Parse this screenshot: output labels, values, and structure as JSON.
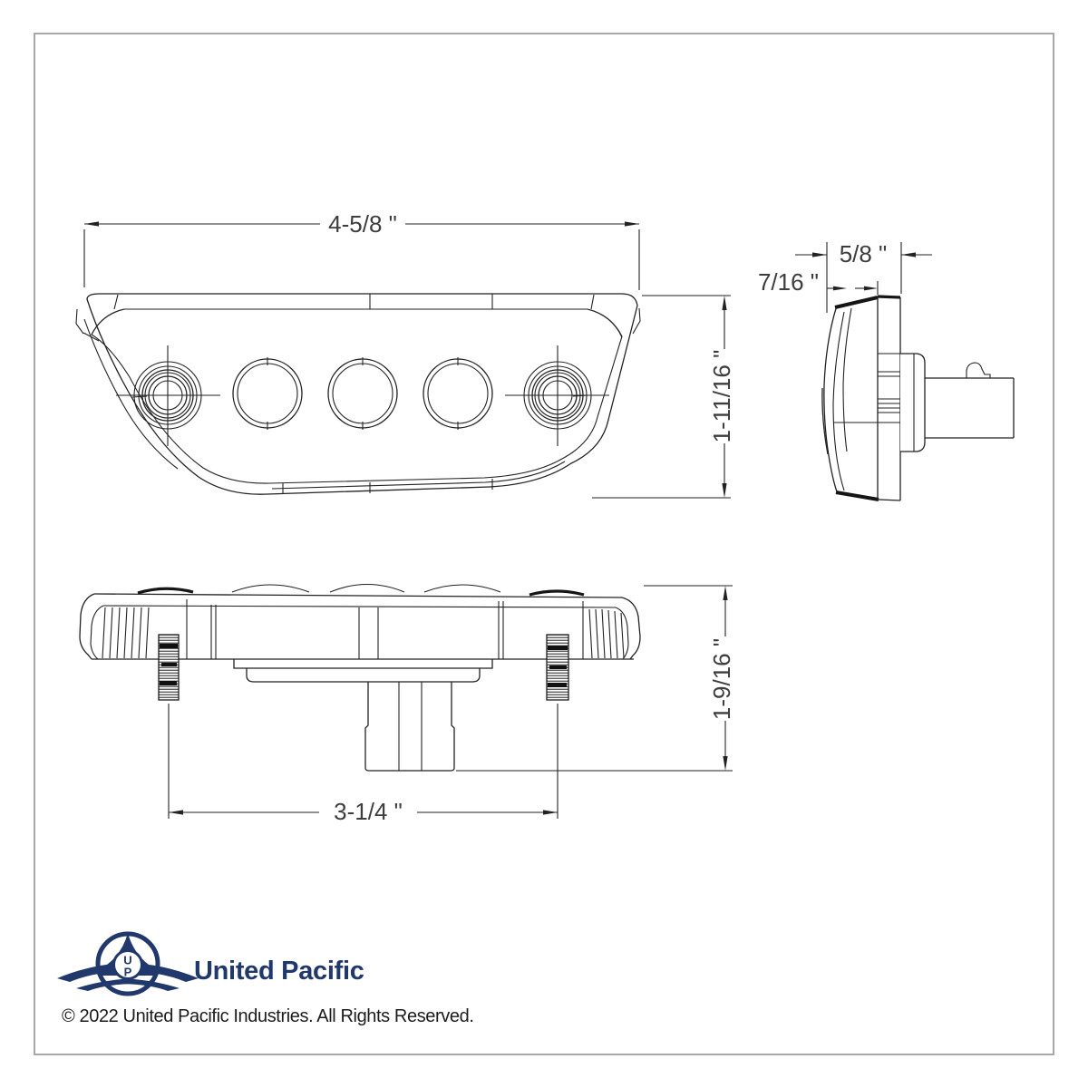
{
  "document": {
    "type": "technical-dimension-drawing",
    "views": [
      "front",
      "side",
      "bottom"
    ],
    "units": "inches"
  },
  "drawing": {
    "front_view": {
      "width_label": "4-5/8 \"",
      "height_label": "1-11/16 \""
    },
    "side_view": {
      "total_depth_label": "5/8 \"",
      "lens_depth_label": "7/16 \""
    },
    "bottom_view": {
      "stud_spacing_label": "3-1/4 \"",
      "overall_height_label": "1-9/16 \""
    }
  },
  "logo": {
    "brand": "United Pacific",
    "monogram_top": "U",
    "monogram_bottom": "P"
  },
  "footer": {
    "copyright": "© 2022 United Pacific Industries. All Rights Reserved."
  },
  "colors": {
    "line": "#222222",
    "dimension_text": "#3d3d3d",
    "sheet_border": "#a8a8a8",
    "background": "#ffffff",
    "brand_navy": "#20386b"
  }
}
